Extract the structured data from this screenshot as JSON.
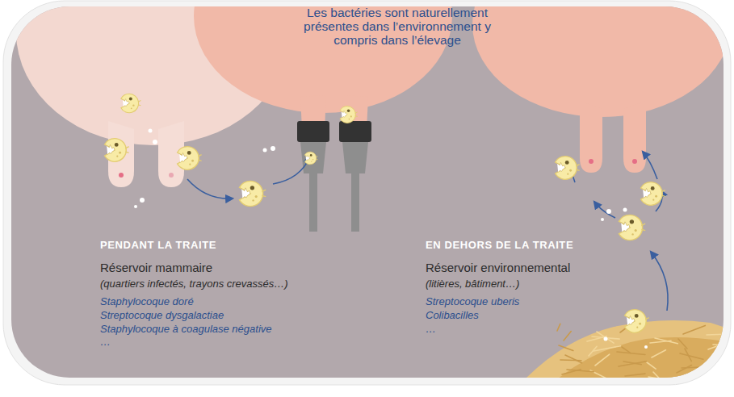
{
  "diagram": {
    "title": "Les bactéries sont naturellement présentes dans l’environnement y compris dans l’élevage",
    "labels": [
      "PENDANT LA TRAITE",
      "Réservoir mammaire",
      "(quartiers infectés, trayons crevassés…)",
      "Staphylocoque doré",
      "Streptocoque dysgalactiae",
      "Staphylocoque à coagulase négative",
      "…",
      "EN DEHORS DE LA TRAITE",
      "Réservoir environnemental",
      "(litières, bâtiment…)",
      "Streptocoque uberis",
      "Colibacilles",
      "…"
    ]
  }
}
